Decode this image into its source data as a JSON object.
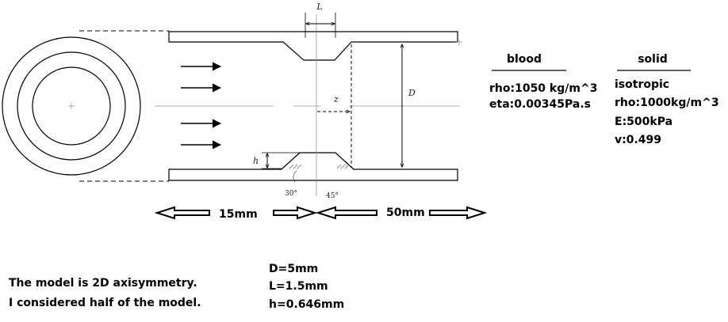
{
  "dimension_labels": {
    "L": "L",
    "D": "D",
    "z": "z",
    "h": "h",
    "angle_left": "30°",
    "angle_right": "45°",
    "len_upstream": "15mm",
    "len_downstream": "50mm"
  },
  "blood": {
    "heading": "blood",
    "lines": [
      "rho:1050 kg/m^3",
      "eta:0.00345Pa.s"
    ]
  },
  "solid": {
    "heading": "solid",
    "lines": [
      "isotropic",
      "rho:1000kg/m^3",
      "E:500kPa",
      "v:0.499"
    ]
  },
  "notes": {
    "lines": [
      "The model is 2D axisymmetry.",
      "I considered half of the model."
    ]
  },
  "params": {
    "lines": [
      "D=5mm",
      "L=1.5mm",
      "h=0.646mm"
    ]
  },
  "colors": {
    "line": "#000000",
    "gray": "#888888",
    "centerline": "#999999"
  }
}
